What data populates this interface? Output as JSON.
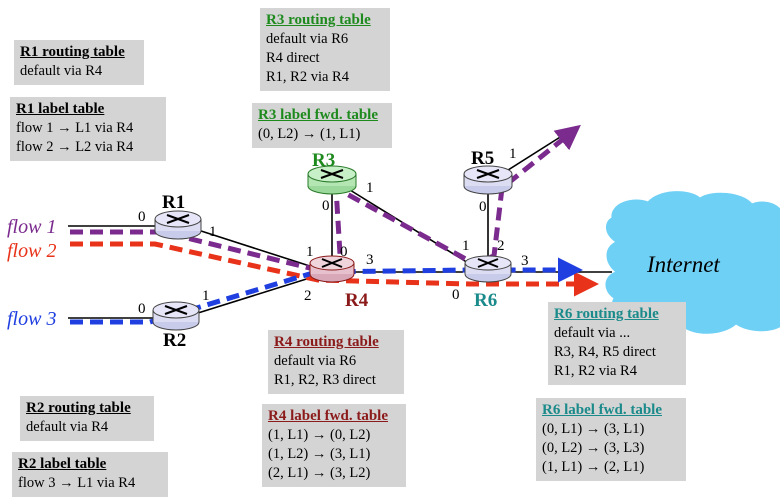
{
  "colors": {
    "flow1": "#7b2a8e",
    "flow2": "#e8331a",
    "flow3": "#1f3fe0",
    "r3_title": "#1e8a1e",
    "r4_title": "#8b1a1a",
    "r6_title": "#1a8a8a",
    "cloud": "#6fd0f5",
    "table_bg": "#d4d4d4"
  },
  "tables": {
    "r1_routing": {
      "title": "R1 routing table",
      "lines": [
        "default via R4"
      ]
    },
    "r1_label": {
      "title": "R1 label table",
      "lines": [
        "flow 1 → L1 via R4",
        "flow 2 → L2 via R4"
      ]
    },
    "r2_routing": {
      "title": "R2 routing table",
      "lines": [
        "default via R4"
      ]
    },
    "r2_label": {
      "title": "R2 label table",
      "lines": [
        "flow 3 → L1 via R4"
      ]
    },
    "r3_routing": {
      "title": "R3 routing table",
      "lines": [
        "default via R6",
        "R4 direct",
        "R1, R2 via R4"
      ]
    },
    "r3_label": {
      "title": "R3 label fwd. table",
      "lines": [
        "(0, L2) → (1, L1)"
      ]
    },
    "r4_routing": {
      "title": "R4 routing table",
      "lines": [
        "default via R6",
        "R1, R2, R3 direct"
      ]
    },
    "r4_label": {
      "title": "R4 label fwd. table",
      "lines": [
        "(1, L1) → (0, L2)",
        "(1, L2) → (3, L1)",
        "(2, L1) → (3, L2)"
      ]
    },
    "r6_routing": {
      "title": "R6 routing table",
      "lines": [
        "default via ...",
        "R3, R4, R5 direct",
        "R1, R2 via R4"
      ]
    },
    "r6_label": {
      "title": "R6 label fwd. table",
      "lines": [
        "(0, L1) → (3, L1)",
        "(0, L2) → (3, L3)",
        "(1, L1) → (2, L1)"
      ]
    }
  },
  "routers": {
    "r1": "R1",
    "r2": "R2",
    "r3": "R3",
    "r4": "R4",
    "r5": "R5",
    "r6": "R6"
  },
  "flows": {
    "flow1": "flow 1",
    "flow2": "flow 2",
    "flow3": "flow 3"
  },
  "cloud_label": "Internet",
  "ports": {
    "r1_in": "0",
    "r1_out": "1",
    "r2_in": "0",
    "r2_out": "1",
    "r3_down": "0",
    "r3_right": "1",
    "r4_left": "1",
    "r4_up": "0",
    "r4_right": "3",
    "r4_down": "2",
    "r5_down": "0",
    "r5_up": "1",
    "r6_left": "1",
    "r6_up": "2",
    "r6_right": "3",
    "r6_down": "0"
  }
}
